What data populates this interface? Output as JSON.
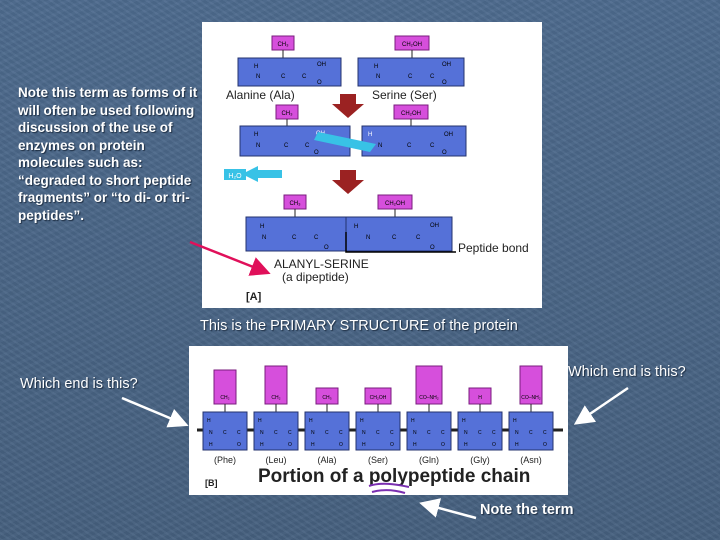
{
  "slide": {
    "note_left": "Note this term as forms of it will often be used following discussion of the use of enzymes on protein molecules such as: “degraded to short peptide fragments” or “to di- or tri-peptides”.",
    "primary_caption": "This is the PRIMARY STRUCTURE of the protein",
    "which_end_left": "Which end is this?",
    "which_end_right": "Which end is this?",
    "note_term": "Note the term"
  },
  "panel_a": {
    "alanine_side": "CH₃",
    "serine_side": "CH₂OH",
    "alanine_label": "Alanine (Ala)",
    "plus": "+",
    "serine_label": "Serine (Ser)",
    "water": "H₂O",
    "dipeptide_name": "ALANYL-SERINE",
    "dipeptide_sub": "(a dipeptide)",
    "peptide_bond": "Peptide bond",
    "panel_label": "[A]",
    "atoms": {
      "H": "H",
      "N": "N",
      "C": "C",
      "O": "O",
      "OH": "OH"
    }
  },
  "panel_b": {
    "panel_label": "[B]",
    "caption": "Portion of a polypeptide chain",
    "residues": [
      {
        "abbr": "(Phe)",
        "side": "CH₂"
      },
      {
        "abbr": "(Leu)",
        "side": "CH₂"
      },
      {
        "abbr": "(Ala)",
        "side": "CH₃"
      },
      {
        "abbr": "(Ser)",
        "side": "CH₂OH"
      },
      {
        "abbr": "(Gln)",
        "side": "CO–NH₂"
      },
      {
        "abbr": "(Gly)",
        "side": "H"
      },
      {
        "abbr": "(Asn)",
        "side": "CO–NH₂"
      }
    ]
  },
  "colors": {
    "background": "#4a6688",
    "residue_blue": "#5571d8",
    "side_chain_magenta": "#d64fdc",
    "arrow_red": "#9b2222",
    "arrow_cyan": "#38c2e6",
    "pointer_pink": "#e0105a",
    "underline_purple": "#7a2fb0"
  }
}
